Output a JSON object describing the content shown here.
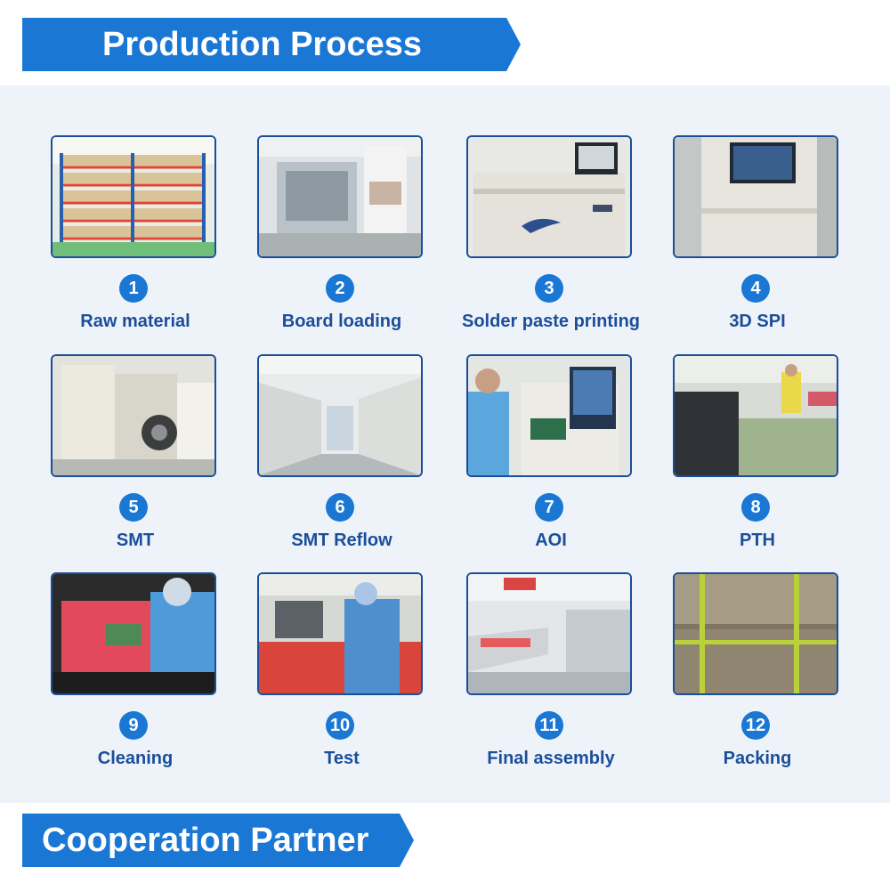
{
  "header": {
    "title": "Production Process"
  },
  "footer": {
    "title": "Cooperation Partner"
  },
  "colors": {
    "banner": "#1a78d4",
    "label": "#1b4e9a",
    "panel": "#eef3f9",
    "frame": "#1b4e9a"
  },
  "steps": [
    {
      "number": "1",
      "label": "Raw material",
      "icon": "warehouse-shelves-photo"
    },
    {
      "number": "2",
      "label": "Board loading",
      "icon": "board-loader-machine-photo"
    },
    {
      "number": "3",
      "label": "Solder paste printing",
      "icon": "solder-paste-printer-photo"
    },
    {
      "number": "4",
      "label": "3D SPI",
      "icon": "spi-inspection-machine-photo"
    },
    {
      "number": "5",
      "label": "SMT",
      "icon": "smt-placement-machine-photo"
    },
    {
      "number": "6",
      "label": "SMT Reflow",
      "icon": "reflow-oven-line-photo"
    },
    {
      "number": "7",
      "label": "AOI",
      "icon": "aoi-inspection-photo"
    },
    {
      "number": "8",
      "label": "PTH",
      "icon": "pth-workshop-photo"
    },
    {
      "number": "9",
      "label": "Cleaning",
      "icon": "pcb-cleaning-photo"
    },
    {
      "number": "10",
      "label": "Test",
      "icon": "testing-station-photo"
    },
    {
      "number": "11",
      "label": "Final assembly",
      "icon": "assembly-line-photo"
    },
    {
      "number": "12",
      "label": "Packing",
      "icon": "packed-cartons-photo"
    }
  ]
}
